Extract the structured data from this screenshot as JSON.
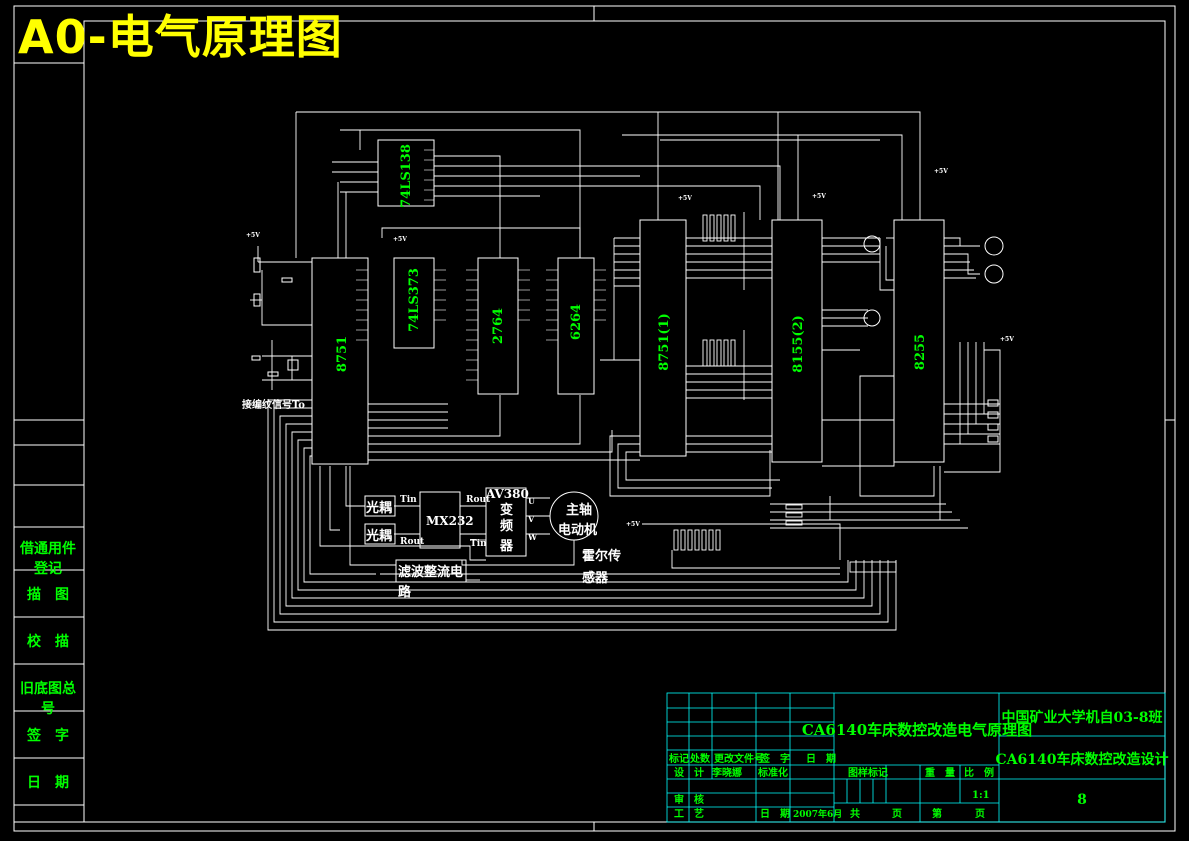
{
  "drawing": {
    "big_title": "A0-电气原理图",
    "chips": {
      "decoder": "74LS138",
      "cpu": "8751",
      "latch": "74LS373",
      "eprom": "2764",
      "ram": "6264",
      "cpu_slave": "8751(1)",
      "pio_a": "8155(2)",
      "pio_b": "8255"
    },
    "blocks": {
      "opto_1": "光耦",
      "opto_2": "光耦",
      "serial": "MX232",
      "inverter_model": "AV380",
      "inverter_l1": "变",
      "inverter_l2": "频",
      "inverter_l3": "器",
      "motor_l1": "主轴",
      "motor_l2": "电动机",
      "hall_l1": "霍尔传",
      "hall_l2": "感器",
      "filter_l1": "滤波整流电",
      "filter_l2": "路",
      "uvw_u": "U",
      "uvw_v": "V",
      "uvw_w": "W"
    },
    "signals": {
      "pulse_input": "接编纹信号To",
      "tin_1": "Tin",
      "rout": "Rout",
      "rin": "Rout",
      "tin_2": "Tin",
      "vcc_5v": "+5V"
    },
    "side_column": [
      "借通用件登记",
      "描　图",
      "校　描",
      "旧底图总号",
      "签　字",
      "日　期"
    ],
    "title_block": {
      "drawing_title": "CA6140车床数控改造电气原理图",
      "school": "中国矿业大学机自03-8班",
      "project": "CA6140车床数控改造设计",
      "sheet_number": "8",
      "row_headers": [
        "标记",
        "处数",
        "更改文件号",
        "签　字",
        "日　期"
      ],
      "design_label": "设　计",
      "designer": "李晓娜",
      "standardize_label": "标准化",
      "review_label": "审　核",
      "process_label": "工　艺",
      "date_label": "日　期",
      "date_value": "2007年6月",
      "stage_label": "图样标记",
      "weight_label": "重　量",
      "scale_label": "比　例",
      "scale_value": "1:1",
      "total_label": "共",
      "page_label": "页",
      "nth_label": "第",
      "page_label_2": "页"
    }
  },
  "colors": {
    "background": "#000000",
    "wire": "#ffffff",
    "label": "#00ff00",
    "title": "#ffff00",
    "frame": "#ffffff"
  }
}
